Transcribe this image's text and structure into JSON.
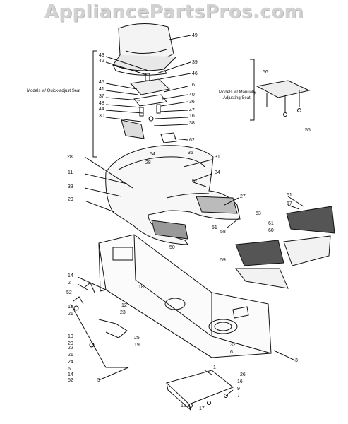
{
  "watermark": "AppliancePartsPros.com",
  "notes": {
    "quick_adjust": "Models w/ Quick-adjust Seat",
    "manual_adjust_line1": "Models w/ Manually",
    "manual_adjust_line2": "Adjusting Seat"
  },
  "part_numbers": [
    "49",
    "43",
    "42",
    "39",
    "46",
    "6",
    "45",
    "41",
    "37",
    "40",
    "36",
    "48",
    "44",
    "47",
    "16",
    "30",
    "38",
    "28",
    "62",
    "56",
    "55",
    "35",
    "54",
    "31",
    "28",
    "34",
    "11",
    "61",
    "33",
    "29",
    "27",
    "61",
    "57",
    "53",
    "51",
    "61",
    "60",
    "58",
    "50",
    "59",
    "14",
    "2",
    "52",
    "17",
    "21",
    "18",
    "12",
    "23",
    "10",
    "20",
    "22",
    "21",
    "24",
    "6",
    "14",
    "52",
    "25",
    "19",
    "5",
    "1",
    "26",
    "16",
    "9",
    "7",
    "15",
    "17",
    "32",
    "6",
    "3"
  ]
}
